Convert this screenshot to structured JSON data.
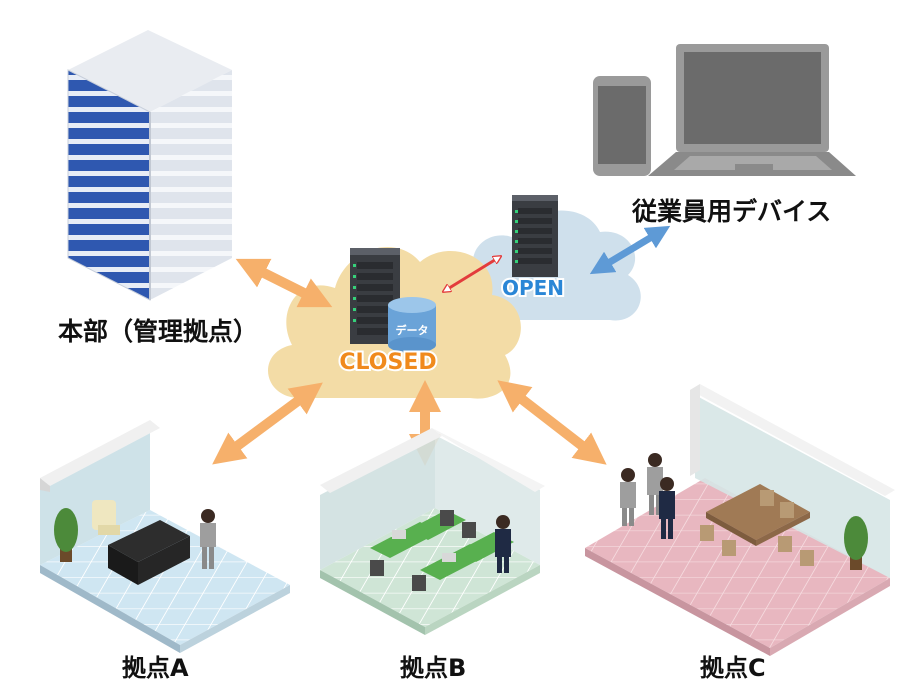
{
  "labels": {
    "hq": "本部（管理拠点）",
    "devices": "従業員用デバイス",
    "site_a": "拠点A",
    "site_b": "拠点B",
    "site_c": "拠点C"
  },
  "cloud_closed": {
    "label": "CLOSED",
    "data_label": "データ"
  },
  "cloud_open": {
    "label": "OPEN"
  },
  "colors": {
    "closed_label": "#f08a1c",
    "open_label": "#2a86d6",
    "closed_cloud": "#f3dca6",
    "open_cloud": "#cfe0ec",
    "arrow_orange": "#f6b06b",
    "arrow_red": "#e33c3c",
    "arrow_blue": "#5e9ad6"
  }
}
